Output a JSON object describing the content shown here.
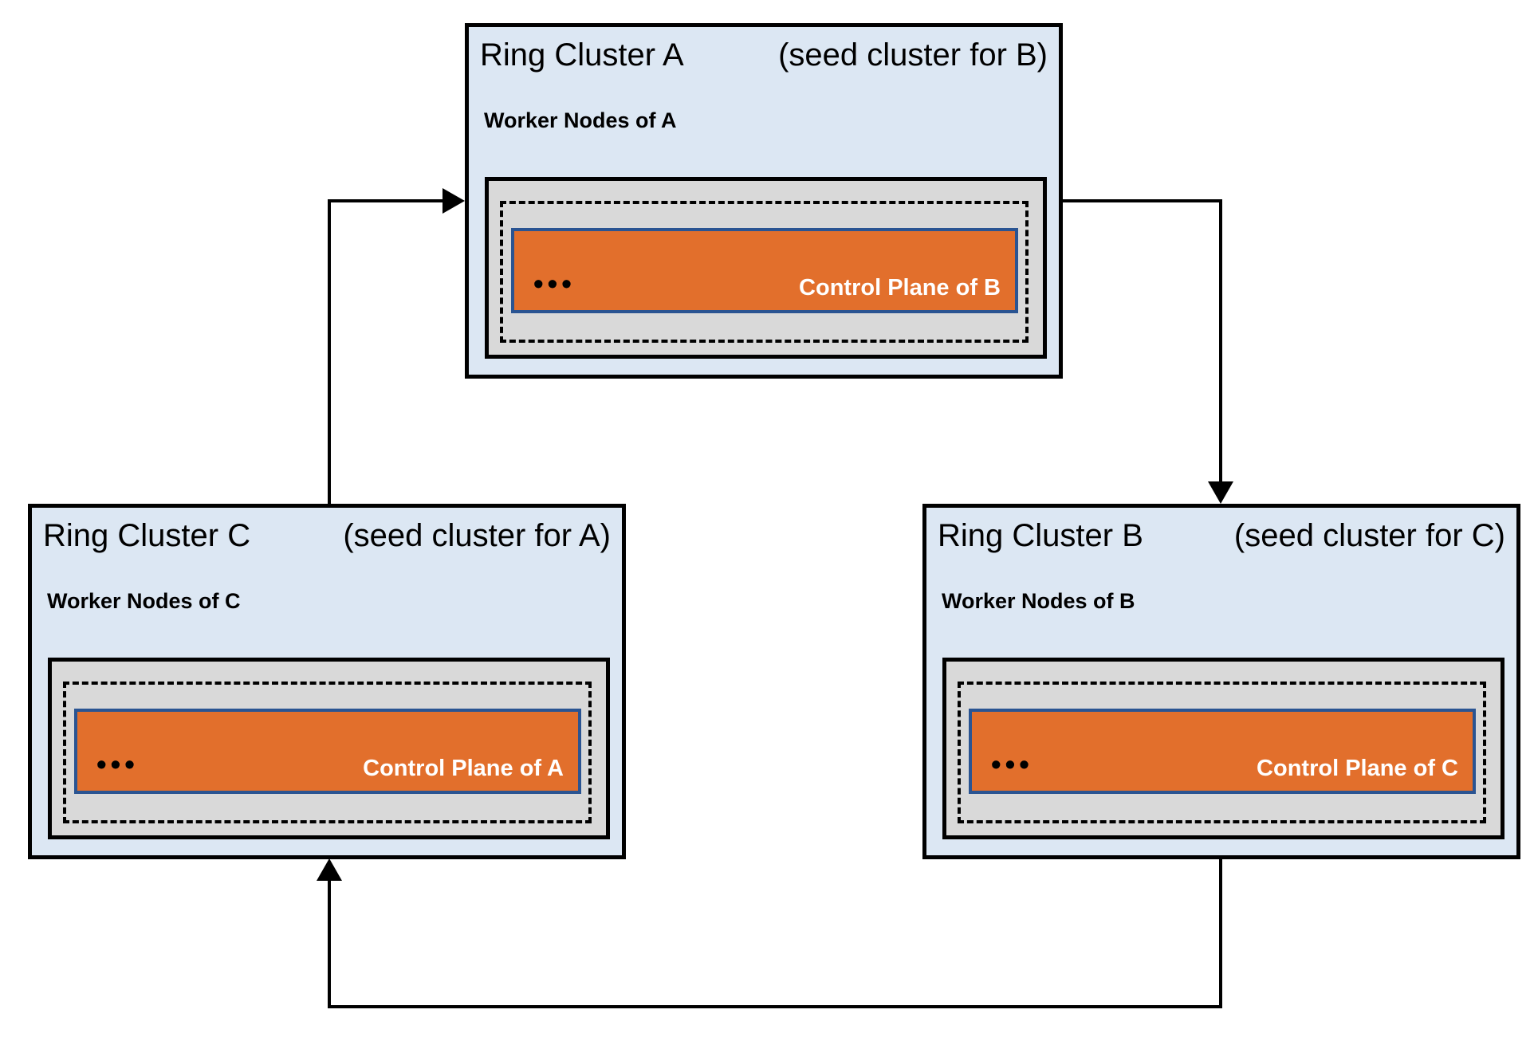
{
  "diagram": {
    "colors": {
      "cluster_fill": "#dce7f3",
      "cluster_border": "#000000",
      "worker_fill": "#d9d9d9",
      "control_plane_fill": "#e26f2c",
      "control_plane_border": "#2a5492",
      "control_plane_text": "#ffffff",
      "arrow": "#000000"
    },
    "clusters": [
      {
        "id": "A",
        "title": "Ring Cluster A",
        "subtitle": "(seed cluster for B)",
        "worker_label": "Worker Nodes of A",
        "dots": "•••",
        "control_plane_label": "Control Plane of B"
      },
      {
        "id": "C",
        "title": "Ring Cluster C",
        "subtitle": "(seed cluster for A)",
        "worker_label": "Worker Nodes of C",
        "dots": "•••",
        "control_plane_label": "Control Plane of A"
      },
      {
        "id": "B",
        "title": "Ring Cluster B",
        "subtitle": "(seed cluster for C)",
        "worker_label": "Worker Nodes of B",
        "dots": "•••",
        "control_plane_label": "Control Plane of C"
      }
    ],
    "arrows": [
      {
        "from": "C",
        "to": "A"
      },
      {
        "from": "A",
        "to": "B"
      },
      {
        "from": "B",
        "to": "C"
      }
    ]
  }
}
